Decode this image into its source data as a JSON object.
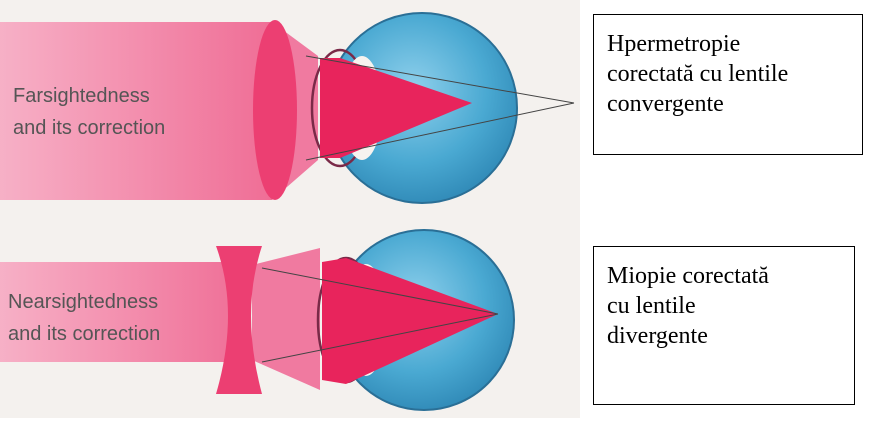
{
  "diagram": {
    "far_label": [
      "Farsightedness",
      "and its correction"
    ],
    "near_label": [
      "Nearsightedness",
      "and its correction"
    ]
  },
  "captions": {
    "farsighted": [
      "Hpermetropie",
      "corectată cu lentile",
      "convergente"
    ],
    "nearsighted": [
      "Miopie corectată",
      "cu lentile",
      "divergente"
    ]
  },
  "colors": {
    "beam": "#f06a96",
    "focus": "#e8245c",
    "eye_blue": "#3a9cc8",
    "background": "#f4f1ee"
  }
}
